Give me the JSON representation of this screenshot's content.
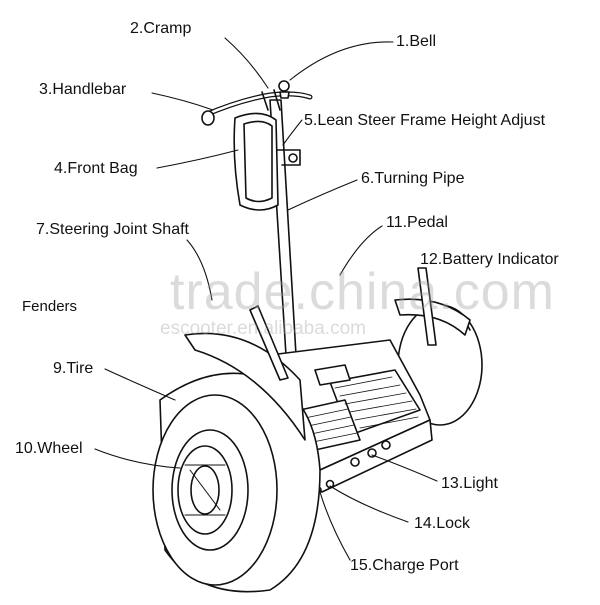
{
  "diagram": {
    "labels": {
      "bell": "1.Bell",
      "cramp": "2.Cramp",
      "handlebar": "3.Handlebar",
      "front_bag": "4.Front Bag",
      "lean_steer": "5.Lean Steer Frame Height Adjust",
      "turning_pipe": "6.Turning Pipe",
      "steering_joint": "7.Steering Joint Shaft",
      "fenders": "Fenders",
      "tire": "9.Tire",
      "wheel": "10.Wheel",
      "pedal": "11.Pedal",
      "battery_indicator": "12.Battery Indicator",
      "light": "13.Light",
      "lock": "14.Lock",
      "charge_port": "15.Charge Port"
    },
    "watermark": {
      "main": "trade.china.com",
      "sub": "escooter.en.alibaba.com"
    }
  }
}
